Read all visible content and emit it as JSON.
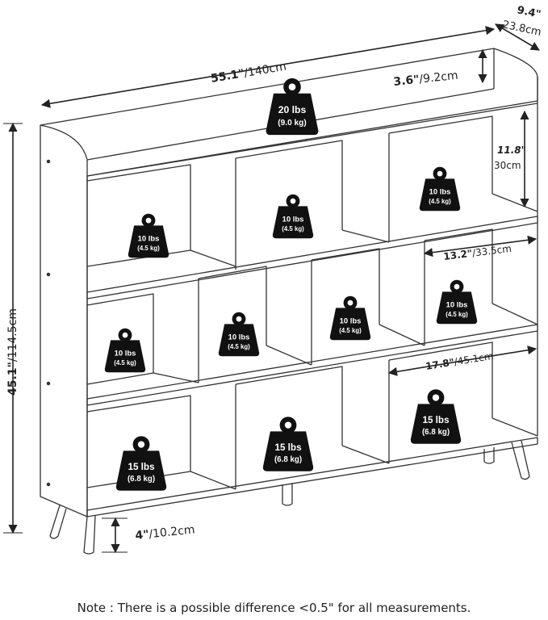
{
  "dimensions": {
    "width_in": "55.1\"",
    "width_cm": "/140cm",
    "depth_in": "9.4\"",
    "depth_cm": "23.8cm",
    "height_in": "45.1\"",
    "height_cm": "/114.5cm",
    "top_ledge_in": "3.6\"",
    "top_ledge_cm": "/9.2cm",
    "cube_height_in": "11.8\"",
    "cube_height_cm": "30cm",
    "middle_cube_width_in": "13.2\"",
    "middle_cube_width_cm": "/33.5cm",
    "large_cube_width_in": "17.8\"",
    "large_cube_width_cm": "/45.1cm",
    "leg_height_in": "4\"",
    "leg_height_cm": "/10.2cm"
  },
  "weights": {
    "top": {
      "lbs": "20 lbs",
      "kg": "(9.0 kg)"
    },
    "row1": [
      {
        "lbs": "10 lbs",
        "kg": "(4.5 kg)"
      },
      {
        "lbs": "10 lbs",
        "kg": "(4.5 kg)"
      },
      {
        "lbs": "10 lbs",
        "kg": "(4.5 kg)"
      }
    ],
    "row2": [
      {
        "lbs": "10 lbs",
        "kg": "(4.5 kg)"
      },
      {
        "lbs": "10 lbs",
        "kg": "(4.5 kg)"
      },
      {
        "lbs": "10 lbs",
        "kg": "(4.5 kg)"
      },
      {
        "lbs": "10 lbs",
        "kg": "(4.5 kg)"
      }
    ],
    "row3": [
      {
        "lbs": "15 lbs",
        "kg": "(6.8 kg)"
      },
      {
        "lbs": "15 lbs",
        "kg": "(6.8 kg)"
      },
      {
        "lbs": "15 lbs",
        "kg": "(6.8 kg)"
      }
    ]
  },
  "note": "Note : There is a possible difference <0.5\" for all measurements.",
  "colors": {
    "line": "#222222",
    "weight_fill": "#111111",
    "weight_text": "#ffffff"
  }
}
